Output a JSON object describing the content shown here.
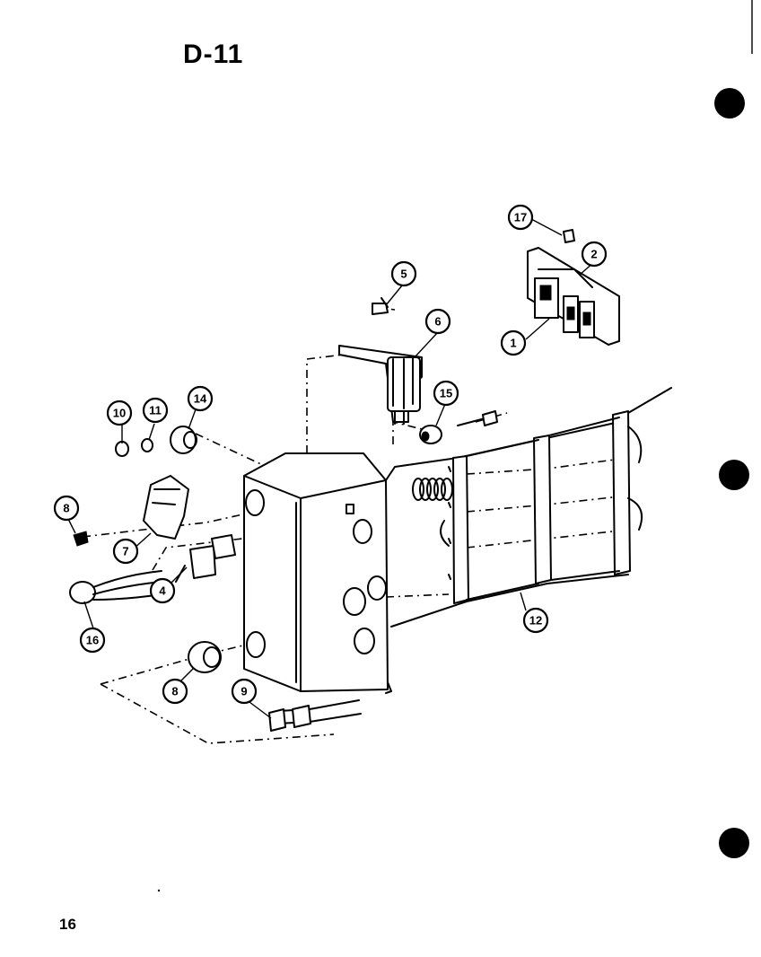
{
  "diagram": {
    "title": "D-11",
    "page_number": "16",
    "callouts": [
      {
        "id": "c1",
        "label": "1"
      },
      {
        "id": "c2",
        "label": "2"
      },
      {
        "id": "c4",
        "label": "4"
      },
      {
        "id": "c5",
        "label": "5"
      },
      {
        "id": "c6",
        "label": "6"
      },
      {
        "id": "c7",
        "label": "7"
      },
      {
        "id": "c8a",
        "label": "8"
      },
      {
        "id": "c8b",
        "label": "8"
      },
      {
        "id": "c9",
        "label": "9"
      },
      {
        "id": "c10",
        "label": "10"
      },
      {
        "id": "c11",
        "label": "11"
      },
      {
        "id": "c12",
        "label": "12"
      },
      {
        "id": "c14",
        "label": "14"
      },
      {
        "id": "c15",
        "label": "15"
      },
      {
        "id": "c16",
        "label": "16"
      },
      {
        "id": "c17",
        "label": "17"
      }
    ]
  }
}
